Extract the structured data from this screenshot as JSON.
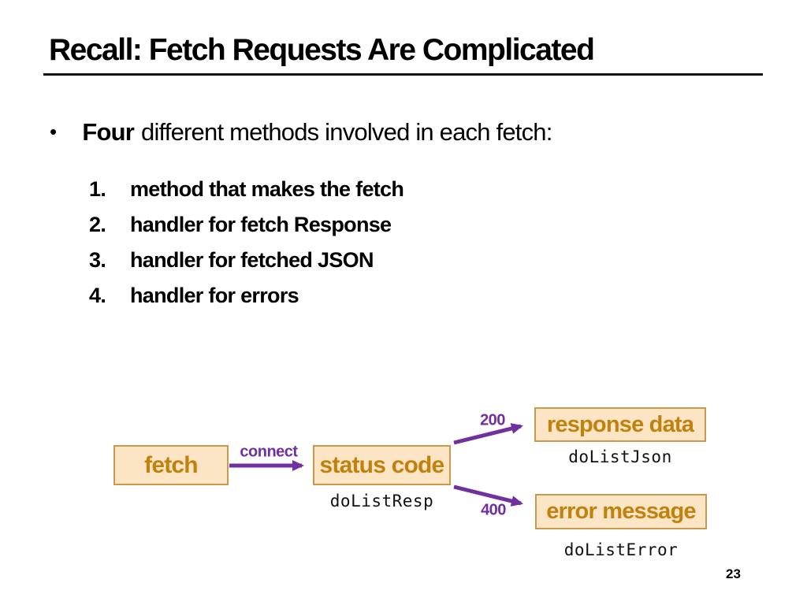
{
  "slide": {
    "title": "Recall: Fetch Requests Are Complicated",
    "page_number": "23"
  },
  "bullet": {
    "marker": "•",
    "emphasis": "Four",
    "rest": "different methods involved in each fetch:"
  },
  "list": {
    "items": [
      {
        "num": "1.",
        "text": "method that makes the fetch"
      },
      {
        "num": "2.",
        "text": "handler for fetch Response"
      },
      {
        "num": "3.",
        "text": "handler for fetched JSON"
      },
      {
        "num": "4.",
        "text": "handler for errors"
      }
    ]
  },
  "diagram": {
    "nodes": {
      "fetch": {
        "label": "fetch"
      },
      "status": {
        "label": "status code",
        "code": "doListResp"
      },
      "response": {
        "label": "response data",
        "code": "doListJson"
      },
      "error": {
        "label": "error message",
        "code": "doListError"
      }
    },
    "edges": {
      "connect_label": "connect",
      "success_label": "200",
      "failure_label": "400"
    }
  },
  "colors": {
    "box_fill": "#fbe5c5",
    "box_border": "#c99950",
    "box_text": "#c0810d",
    "arrow": "#7030a0",
    "edge_label": "#7030a0"
  }
}
